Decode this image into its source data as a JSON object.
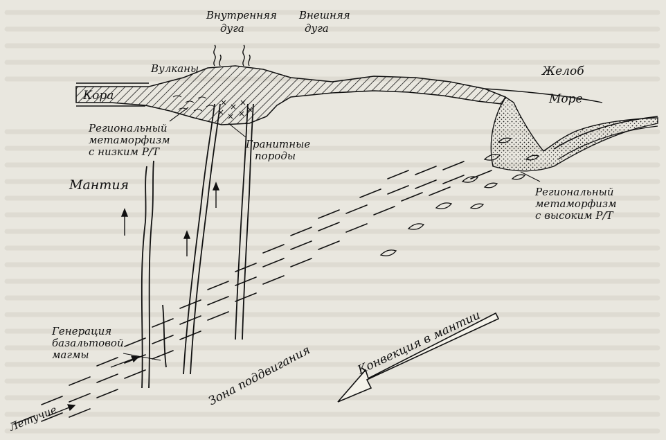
{
  "labels": {
    "inner_arc": [
      "Внутренняя",
      "дуга"
    ],
    "outer_arc": [
      "Внешняя",
      "дуга"
    ],
    "volcanoes": "Вулканы",
    "trench": "Желоб",
    "crust": "Кора",
    "sea": "Море",
    "regional_low": [
      "Региональный",
      "метаморфизм",
      "с низким P/T"
    ],
    "granite": [
      "Гранитные",
      "породы"
    ],
    "mantle": "Мантия",
    "regional_high": [
      "Региональный",
      "метаморфизм",
      "с высоким P/T"
    ],
    "basalt": [
      "Генерация",
      "базальтовой",
      "магмы"
    ],
    "subduction_zone": "Зона поддвигания",
    "convection": "Конвекция в мантии",
    "volatiles": "Летучие"
  }
}
